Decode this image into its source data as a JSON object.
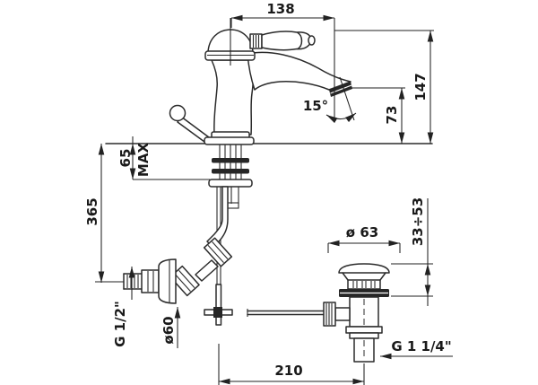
{
  "page": {
    "background": "#ffffff",
    "line_color": "#2b2b2b",
    "text_color": "#1a1a1a",
    "kind": "faucet installation technical drawing (basin mixer with pop-up waste)"
  },
  "dims": {
    "reach": "138",
    "height": "147",
    "spout_height": "73",
    "spout_angle": "15°",
    "deck_thickness": "65",
    "deck_thickness_suffix": "MAX",
    "below_deck_length": "365",
    "inlet_thread": "G 1/2\"",
    "escutcheon_diameter": "ø60",
    "waste_flange_diameter": "ø 63",
    "waste_clamping_range": "33÷53",
    "waste_outlet_thread": "G 1 1/4\"",
    "waste_horizontal_offset": "210"
  }
}
